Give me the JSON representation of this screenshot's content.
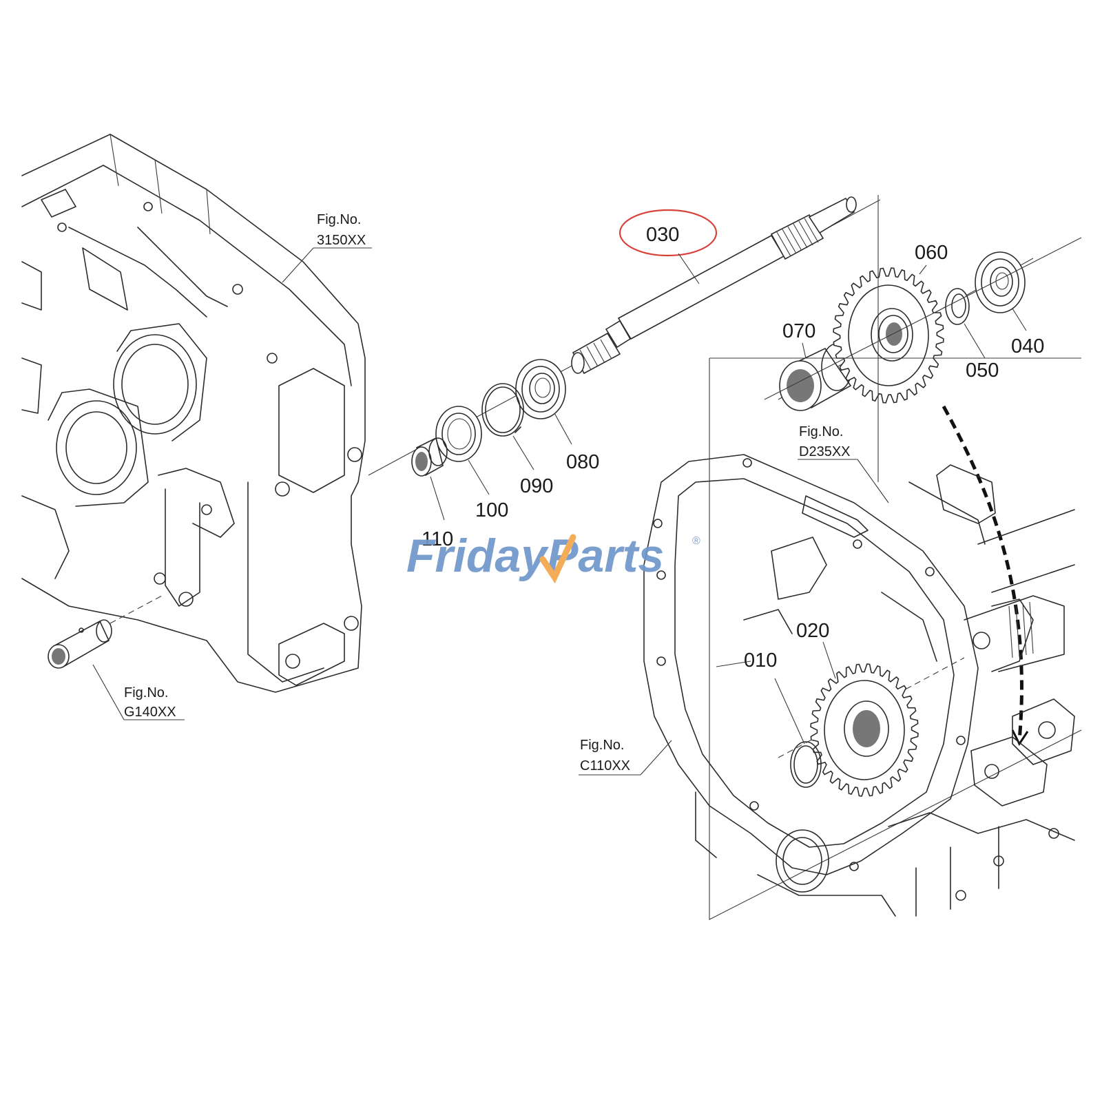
{
  "callouts": [
    {
      "id": "010",
      "label": "010"
    },
    {
      "id": "020",
      "label": "020"
    },
    {
      "id": "030",
      "label": "030",
      "highlighted": true
    },
    {
      "id": "040",
      "label": "040"
    },
    {
      "id": "050",
      "label": "050"
    },
    {
      "id": "060",
      "label": "060"
    },
    {
      "id": "070",
      "label": "070"
    },
    {
      "id": "080",
      "label": "080"
    },
    {
      "id": "090",
      "label": "090"
    },
    {
      "id": "100",
      "label": "100"
    },
    {
      "id": "110",
      "label": "110"
    }
  ],
  "figure_refs": [
    {
      "prefix": "Fig.No.",
      "code": "3150XX"
    },
    {
      "prefix": "Fig.No.",
      "code": "G140XX"
    },
    {
      "prefix": "Fig.No.",
      "code": "D235XX"
    },
    {
      "prefix": "Fig.No.",
      "code": "C110XX"
    }
  ],
  "watermark": {
    "text_part1": "Friday",
    "text_part2": "Parts",
    "registered_mark": "®",
    "color_blue": "#6f97cc",
    "color_orange": "#f3a64a"
  },
  "colors": {
    "line": "#2b2b2b",
    "highlight_ring": "#d9423a"
  }
}
